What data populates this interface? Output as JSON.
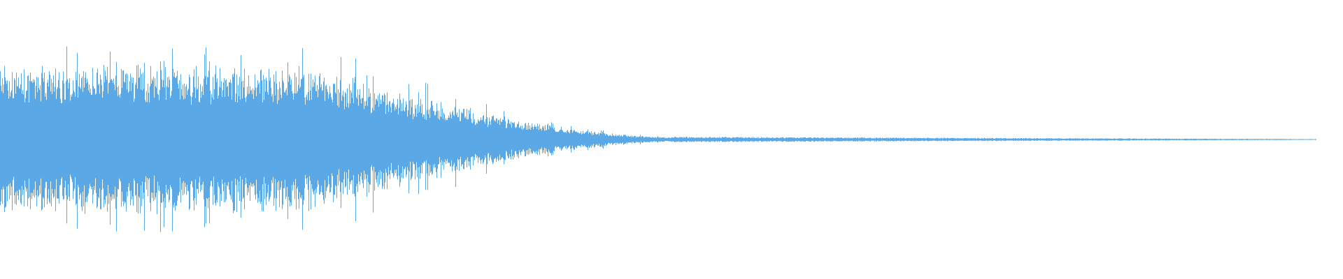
{
  "waveform": {
    "color": "#5aa9e6",
    "background": "#ffffff",
    "amplitude_envelope": {
      "attack_peak": 0.76,
      "loud_body_level": 0.62,
      "decay_start_fraction": 0.22,
      "audible_end_fraction": 0.5,
      "tail_end_fraction": 0.98
    }
  }
}
